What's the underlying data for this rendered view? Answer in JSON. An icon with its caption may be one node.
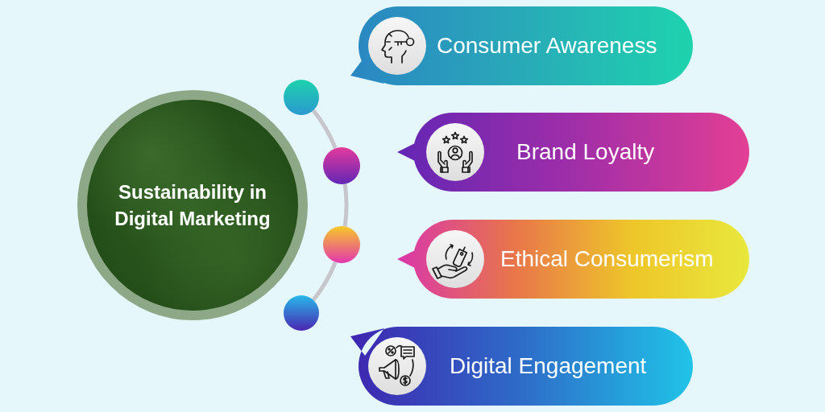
{
  "diagram": {
    "nodes": [
      {
        "text": [
          "Sustainability in Digital Marketing"
        ]
      },
      {
        "text": [],
        "shape": "circle"
      },
      {
        "text": [
          "Consumer Awareness"
        ]
      },
      {
        "text": [],
        "shape": "circle"
      },
      {
        "text": [
          "Brand Loyalty"
        ]
      },
      {
        "text": [],
        "shape": "circle"
      },
      {
        "text": [
          "Ethical Consumerism"
        ]
      },
      {
        "text": [],
        "shape": "circle"
      },
      {
        "text": [
          "Digital Engagement"
        ]
      }
    ],
    "edges": [
      {
        "from": 1,
        "to": 3,
        "arrow": "none"
      },
      {
        "from": 3,
        "to": 5,
        "arrow": "none"
      },
      {
        "from": 5,
        "to": 7,
        "arrow": "none"
      }
    ]
  }
}
